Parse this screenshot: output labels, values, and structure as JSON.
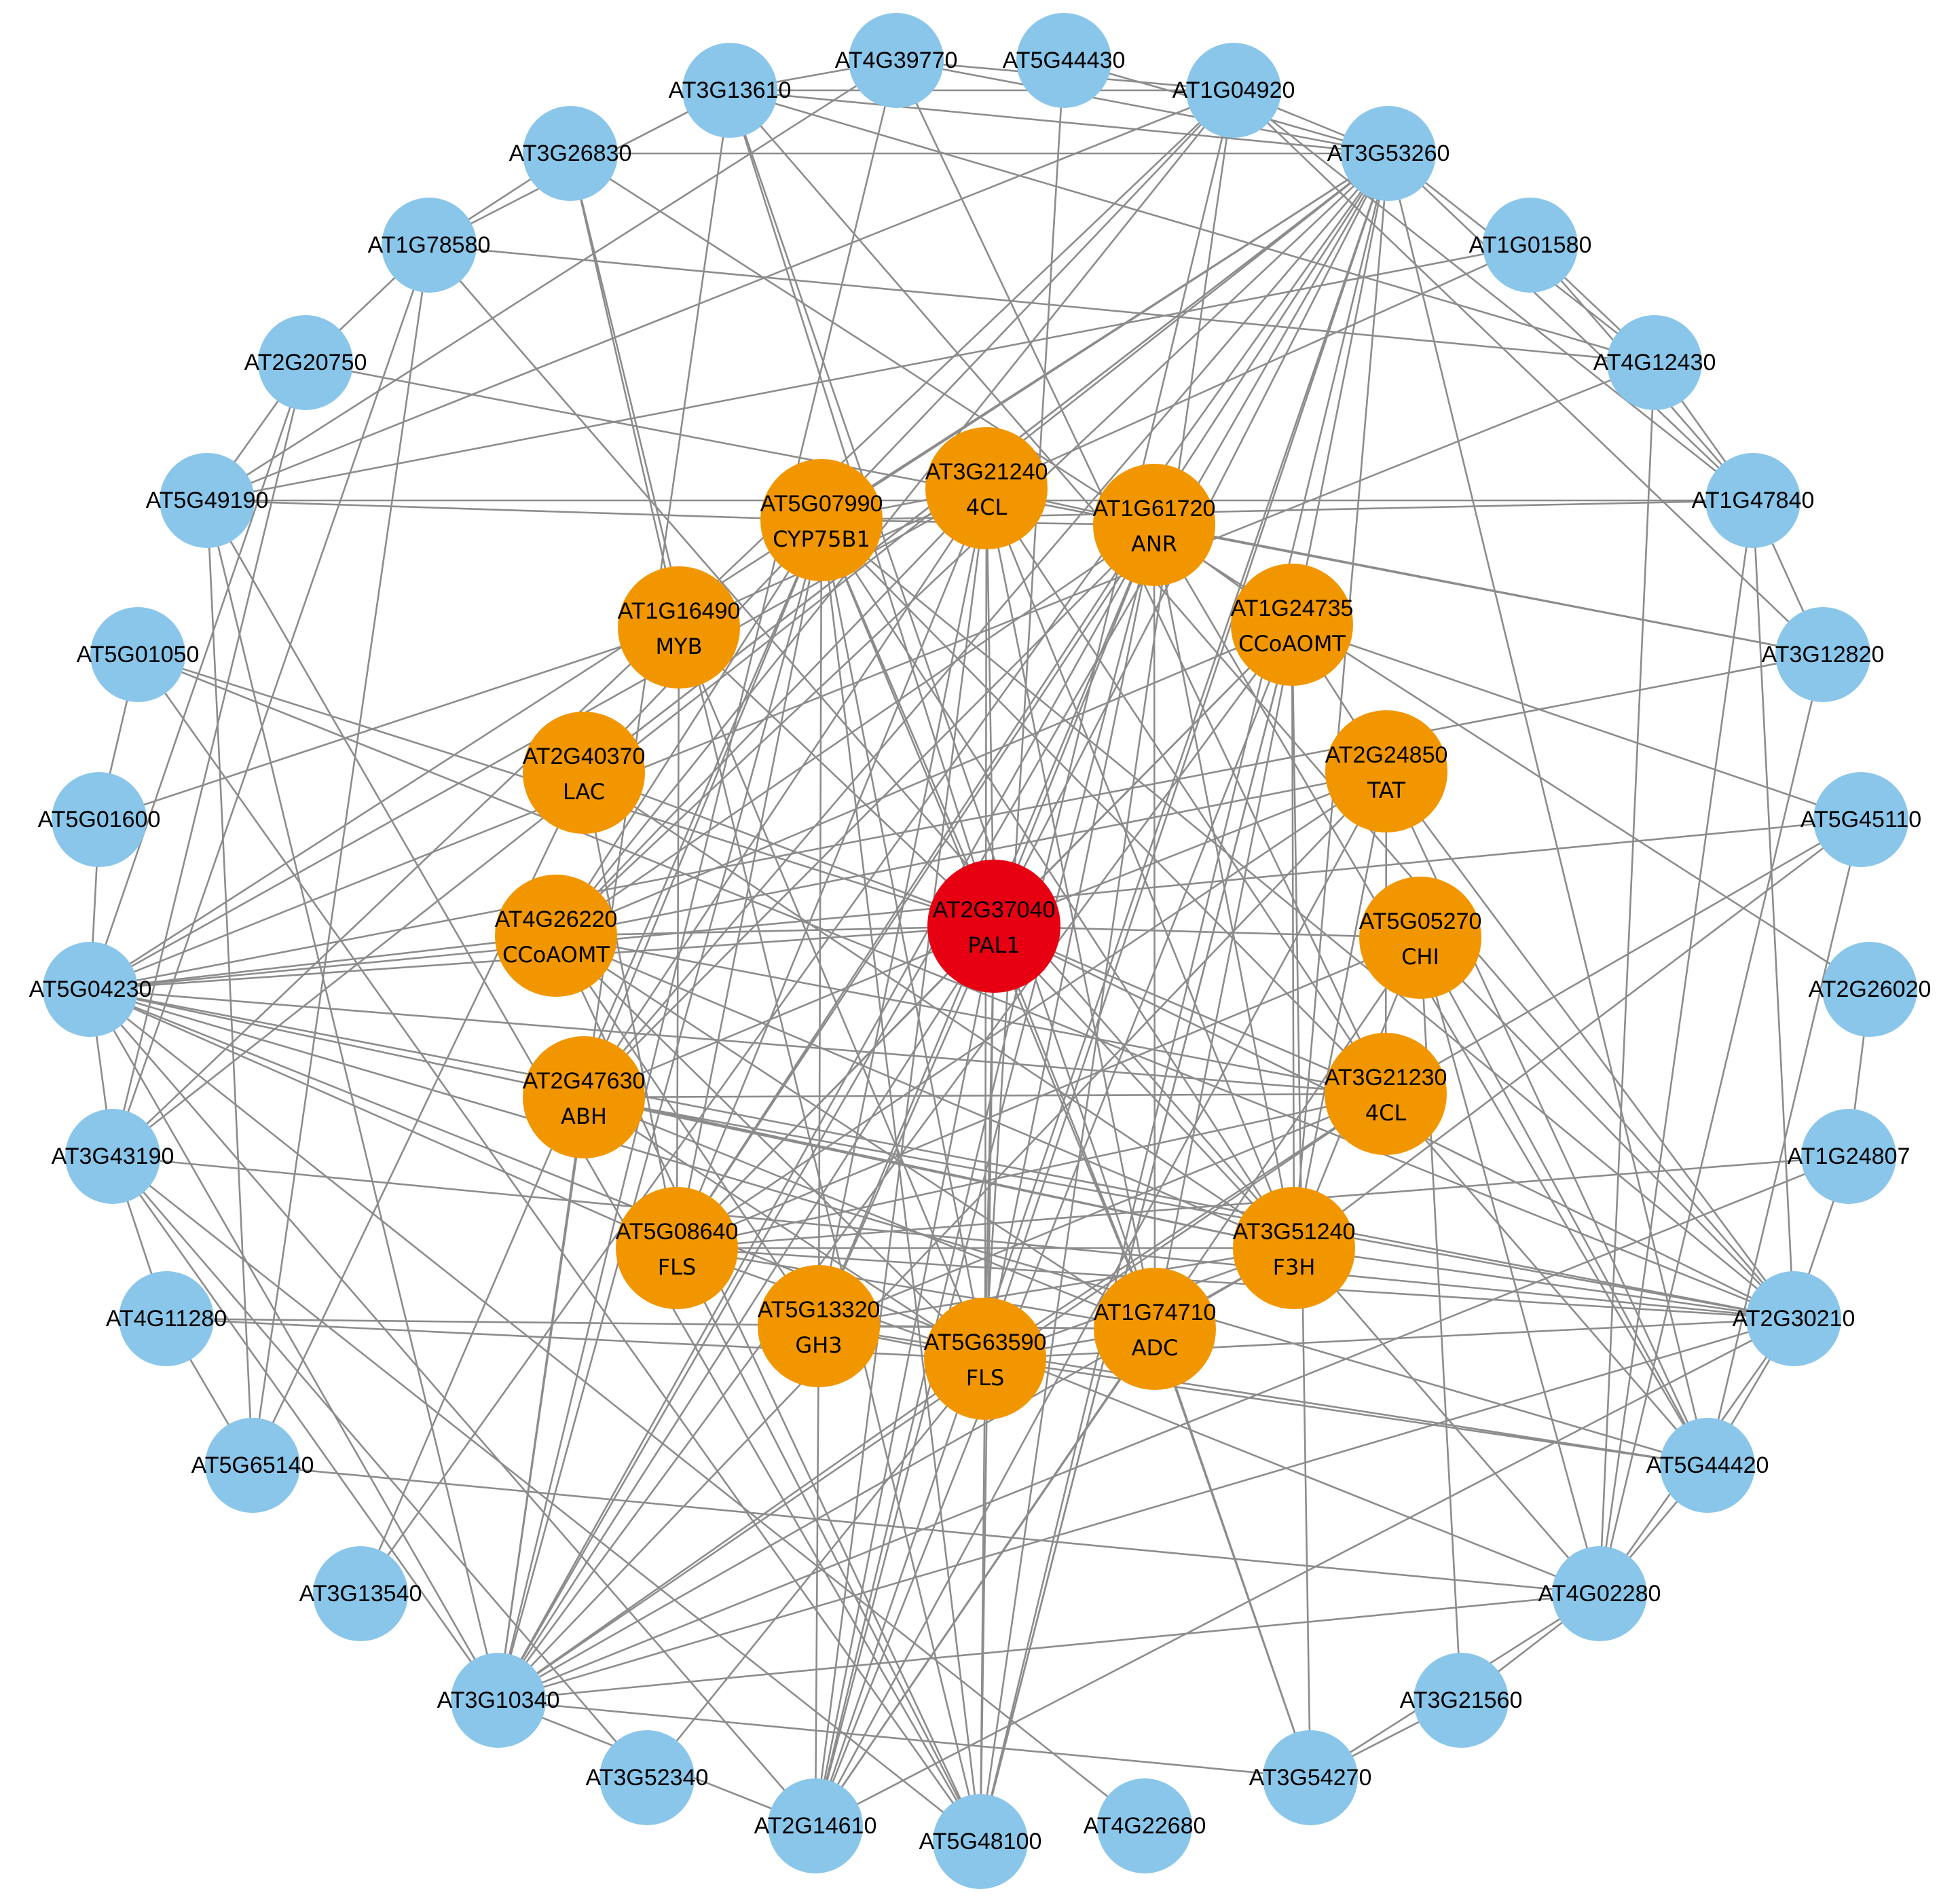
{
  "colors": {
    "hub": "#e60012",
    "core": "#f29600",
    "peripheral": "#8ac6ea",
    "edge": "#8c8c8c"
  },
  "nodes": [
    {
      "id": "AT2G37040",
      "name": "PAL1",
      "group": "hub"
    },
    {
      "id": "AT3G21240",
      "name": "4CL",
      "group": "core"
    },
    {
      "id": "AT5G07990",
      "name": "CYP75B1",
      "group": "core"
    },
    {
      "id": "AT1G61720",
      "name": "ANR",
      "group": "core"
    },
    {
      "id": "AT1G16490",
      "name": "MYB",
      "group": "core"
    },
    {
      "id": "AT1G24735",
      "name": "CCoAOMT",
      "group": "core"
    },
    {
      "id": "AT2G40370",
      "name": "LAC",
      "group": "core"
    },
    {
      "id": "AT2G24850",
      "name": "TAT",
      "group": "core"
    },
    {
      "id": "AT4G26220",
      "name": "CCoAOMT",
      "group": "core"
    },
    {
      "id": "AT5G05270",
      "name": "CHI",
      "group": "core"
    },
    {
      "id": "AT2G47630",
      "name": "ABH",
      "group": "core"
    },
    {
      "id": "AT3G21230",
      "name": "4CL",
      "group": "core"
    },
    {
      "id": "AT5G08640",
      "name": "FLS",
      "group": "core"
    },
    {
      "id": "AT3G51240",
      "name": "F3H",
      "group": "core"
    },
    {
      "id": "AT5G13320",
      "name": "GH3",
      "group": "core"
    },
    {
      "id": "AT1G74710",
      "name": "ADC",
      "group": "core"
    },
    {
      "id": "AT5G63590",
      "name": "FLS",
      "group": "core"
    },
    {
      "id": "AT4G39770",
      "name": "",
      "group": "peripheral"
    },
    {
      "id": "AT5G44430",
      "name": "",
      "group": "peripheral"
    },
    {
      "id": "AT3G13610",
      "name": "",
      "group": "peripheral"
    },
    {
      "id": "AT1G04920",
      "name": "",
      "group": "peripheral"
    },
    {
      "id": "AT3G26830",
      "name": "",
      "group": "peripheral"
    },
    {
      "id": "AT3G53260",
      "name": "",
      "group": "peripheral"
    },
    {
      "id": "AT1G78580",
      "name": "",
      "group": "peripheral"
    },
    {
      "id": "AT1G01580",
      "name": "",
      "group": "peripheral"
    },
    {
      "id": "AT2G20750",
      "name": "",
      "group": "peripheral"
    },
    {
      "id": "AT4G12430",
      "name": "",
      "group": "peripheral"
    },
    {
      "id": "AT5G49190",
      "name": "",
      "group": "peripheral"
    },
    {
      "id": "AT1G47840",
      "name": "",
      "group": "peripheral"
    },
    {
      "id": "AT5G01050",
      "name": "",
      "group": "peripheral"
    },
    {
      "id": "AT3G12820",
      "name": "",
      "group": "peripheral"
    },
    {
      "id": "AT5G01600",
      "name": "",
      "group": "peripheral"
    },
    {
      "id": "AT5G45110",
      "name": "",
      "group": "peripheral"
    },
    {
      "id": "AT5G04230",
      "name": "",
      "group": "peripheral"
    },
    {
      "id": "AT2G26020",
      "name": "",
      "group": "peripheral"
    },
    {
      "id": "AT3G43190",
      "name": "",
      "group": "peripheral"
    },
    {
      "id": "AT1G24807",
      "name": "",
      "group": "peripheral"
    },
    {
      "id": "AT4G11280",
      "name": "",
      "group": "peripheral"
    },
    {
      "id": "AT2G30210",
      "name": "",
      "group": "peripheral"
    },
    {
      "id": "AT5G65140",
      "name": "",
      "group": "peripheral"
    },
    {
      "id": "AT5G44420",
      "name": "",
      "group": "peripheral"
    },
    {
      "id": "AT3G13540",
      "name": "",
      "group": "peripheral"
    },
    {
      "id": "AT4G02280",
      "name": "",
      "group": "peripheral"
    },
    {
      "id": "AT3G10340",
      "name": "",
      "group": "peripheral"
    },
    {
      "id": "AT3G21560",
      "name": "",
      "group": "peripheral"
    },
    {
      "id": "AT3G52340",
      "name": "",
      "group": "peripheral"
    },
    {
      "id": "AT3G54270",
      "name": "",
      "group": "peripheral"
    },
    {
      "id": "AT2G14610",
      "name": "",
      "group": "peripheral"
    },
    {
      "id": "AT4G22680",
      "name": "",
      "group": "peripheral"
    },
    {
      "id": "AT5G48100",
      "name": "",
      "group": "peripheral"
    }
  ],
  "edges": [
    [
      "AT2G37040",
      "AT3G21240"
    ],
    [
      "AT2G37040",
      "AT5G07990"
    ],
    [
      "AT2G37040",
      "AT1G61720"
    ],
    [
      "AT2G37040",
      "AT1G16490"
    ],
    [
      "AT2G37040",
      "AT1G24735"
    ],
    [
      "AT2G37040",
      "AT2G40370"
    ],
    [
      "AT2G37040",
      "AT2G24850"
    ],
    [
      "AT2G37040",
      "AT4G26220"
    ],
    [
      "AT2G37040",
      "AT5G05270"
    ],
    [
      "AT2G37040",
      "AT2G47630"
    ],
    [
      "AT2G37040",
      "AT3G21230"
    ],
    [
      "AT2G37040",
      "AT5G08640"
    ],
    [
      "AT2G37040",
      "AT3G51240"
    ],
    [
      "AT2G37040",
      "AT5G13320"
    ],
    [
      "AT2G37040",
      "AT1G74710"
    ],
    [
      "AT2G37040",
      "AT5G63590"
    ],
    [
      "AT2G37040",
      "AT5G48100"
    ],
    [
      "AT2G37040",
      "AT2G14610"
    ],
    [
      "AT2G37040",
      "AT3G13610"
    ],
    [
      "AT2G37040",
      "AT5G01050"
    ],
    [
      "AT2G37040",
      "AT2G30210"
    ],
    [
      "AT2G37040",
      "AT3G53260"
    ],
    [
      "AT2G37040",
      "AT5G04230"
    ],
    [
      "AT2G37040",
      "AT3G10340"
    ],
    [
      "AT3G21240",
      "AT5G08640"
    ],
    [
      "AT3G21240",
      "AT5G63590"
    ],
    [
      "AT3G21240",
      "AT3G51240"
    ],
    [
      "AT3G21240",
      "AT4G26220"
    ],
    [
      "AT3G21240",
      "AT2G47630"
    ],
    [
      "AT3G21240",
      "AT1G61720"
    ],
    [
      "AT3G21240",
      "AT5G07990"
    ],
    [
      "AT3G21240",
      "AT1G74710"
    ],
    [
      "AT3G21240",
      "AT5G13320"
    ],
    [
      "AT3G21240",
      "AT3G21230"
    ],
    [
      "AT3G21240",
      "AT5G04230"
    ],
    [
      "AT3G21240",
      "AT2G14610"
    ],
    [
      "AT5G07990",
      "AT1G61720"
    ],
    [
      "AT5G07990",
      "AT5G08640"
    ],
    [
      "AT5G07990",
      "AT3G51240"
    ],
    [
      "AT5G07990",
      "AT5G63590"
    ],
    [
      "AT5G07990",
      "AT2G47630"
    ],
    [
      "AT5G07990",
      "AT4G26220"
    ],
    [
      "AT5G07990",
      "AT5G13320"
    ],
    [
      "AT5G07990",
      "AT1G74710"
    ],
    [
      "AT5G07990",
      "AT3G21230"
    ],
    [
      "AT5G07990",
      "AT3G53260"
    ],
    [
      "AT5G07990",
      "AT5G49190"
    ],
    [
      "AT5G07990",
      "AT1G47840"
    ],
    [
      "AT5G07990",
      "AT3G10340"
    ],
    [
      "AT5G07990",
      "AT5G48100"
    ],
    [
      "AT5G07990",
      "AT2G30210"
    ],
    [
      "AT1G61720",
      "AT5G08640"
    ],
    [
      "AT1G61720",
      "AT3G51240"
    ],
    [
      "AT1G61720",
      "AT5G63590"
    ],
    [
      "AT1G61720",
      "AT4G26220"
    ],
    [
      "AT1G61720",
      "AT2G47630"
    ],
    [
      "AT1G61720",
      "AT1G74710"
    ],
    [
      "AT1G61720",
      "AT5G13320"
    ],
    [
      "AT1G61720",
      "AT3G12820"
    ],
    [
      "AT1G61720",
      "AT3G10340"
    ],
    [
      "AT1G61720",
      "AT2G14610"
    ],
    [
      "AT1G61720",
      "AT5G44420"
    ],
    [
      "AT1G61720",
      "AT1G24735"
    ],
    [
      "AT1G16490",
      "AT5G63590"
    ],
    [
      "AT1G16490",
      "AT5G08640"
    ],
    [
      "AT1G16490",
      "AT5G01600"
    ],
    [
      "AT1G16490",
      "AT3G26830"
    ],
    [
      "AT1G16490",
      "AT1G01580"
    ],
    [
      "AT1G24735",
      "AT5G08640"
    ],
    [
      "AT1G24735",
      "AT3G51240"
    ],
    [
      "AT1G24735",
      "AT2G24850"
    ],
    [
      "AT1G24735",
      "AT4G26220"
    ],
    [
      "AT1G24735",
      "AT3G10340"
    ],
    [
      "AT1G24735",
      "AT5G48100"
    ],
    [
      "AT1G24735",
      "AT5G45110"
    ],
    [
      "AT2G40370",
      "AT5G08640"
    ],
    [
      "AT2G40370",
      "AT3G51240"
    ],
    [
      "AT2G40370",
      "AT3G53260"
    ],
    [
      "AT2G40370",
      "AT1G04920"
    ],
    [
      "AT2G24850",
      "AT3G51240"
    ],
    [
      "AT2G24850",
      "AT5G08640"
    ],
    [
      "AT2G24850",
      "AT4G26220"
    ],
    [
      "AT2G24850",
      "AT2G30210"
    ],
    [
      "AT2G24850",
      "AT3G10340"
    ],
    [
      "AT2G24850",
      "AT3G21230"
    ],
    [
      "AT4G26220",
      "AT3G51240"
    ],
    [
      "AT4G26220",
      "AT5G63590"
    ],
    [
      "AT4G26220",
      "AT3G21230"
    ],
    [
      "AT4G26220",
      "AT5G13320"
    ],
    [
      "AT4G26220",
      "AT1G74710"
    ],
    [
      "AT4G26220",
      "AT5G04230"
    ],
    [
      "AT4G26220",
      "AT3G53260"
    ],
    [
      "AT4G26220",
      "AT1G04920"
    ],
    [
      "AT5G05270",
      "AT3G51240"
    ],
    [
      "AT5G05270",
      "AT5G08640"
    ],
    [
      "AT5G05270",
      "AT2G30210"
    ],
    [
      "AT5G05270",
      "AT5G44420"
    ],
    [
      "AT5G05270",
      "AT4G02280"
    ],
    [
      "AT5G05270",
      "AT2G14610"
    ],
    [
      "AT2G47630",
      "AT3G51240"
    ],
    [
      "AT2G47630",
      "AT5G63590"
    ],
    [
      "AT2G47630",
      "AT1G74710"
    ],
    [
      "AT2G47630",
      "AT3G21230"
    ],
    [
      "AT2G47630",
      "AT2G30210"
    ],
    [
      "AT2G47630",
      "AT3G10340"
    ],
    [
      "AT2G47630",
      "AT3G53260"
    ],
    [
      "AT3G21230",
      "AT5G08640"
    ],
    [
      "AT3G21230",
      "AT5G63590"
    ],
    [
      "AT3G21230",
      "AT5G13320"
    ],
    [
      "AT3G21230",
      "AT5G44420"
    ],
    [
      "AT3G21230",
      "AT5G45110"
    ],
    [
      "AT3G21230",
      "AT3G10340"
    ],
    [
      "AT3G21230",
      "AT5G04230"
    ],
    [
      "AT5G08640",
      "AT3G51240"
    ],
    [
      "AT5G08640",
      "AT5G63590"
    ],
    [
      "AT5G08640",
      "AT1G74710"
    ],
    [
      "AT5G08640",
      "AT2G30210"
    ],
    [
      "AT5G08640",
      "AT5G48100"
    ],
    [
      "AT5G08640",
      "AT3G53260"
    ],
    [
      "AT5G08640",
      "AT5G04230"
    ],
    [
      "AT5G08640",
      "AT1G24807"
    ],
    [
      "AT3G51240",
      "AT5G63590"
    ],
    [
      "AT3G51240",
      "AT1G74710"
    ],
    [
      "AT3G51240",
      "AT5G13320"
    ],
    [
      "AT3G51240",
      "AT2G30210"
    ],
    [
      "AT3G51240",
      "AT3G53260"
    ],
    [
      "AT3G51240",
      "AT5G04230"
    ],
    [
      "AT3G51240",
      "AT3G10340"
    ],
    [
      "AT3G51240",
      "AT5G45110"
    ],
    [
      "AT5G13320",
      "AT5G63590"
    ],
    [
      "AT5G13320",
      "AT1G74710"
    ],
    [
      "AT5G13320",
      "AT2G14610"
    ],
    [
      "AT5G13320",
      "AT5G44420"
    ],
    [
      "AT1G74710",
      "AT5G63590"
    ],
    [
      "AT1G74710",
      "AT3G53260"
    ],
    [
      "AT1G74710",
      "AT2G14610"
    ],
    [
      "AT1G74710",
      "AT3G54270"
    ],
    [
      "AT5G63590",
      "AT5G48100"
    ],
    [
      "AT5G63590",
      "AT2G30210"
    ],
    [
      "AT5G63590",
      "AT3G53260"
    ],
    [
      "AT5G63590",
      "AT3G10340"
    ],
    [
      "AT5G63590",
      "AT4G11280"
    ],
    [
      "AT5G63590",
      "AT5G44420"
    ],
    [
      "AT4G39770",
      "AT3G13610"
    ],
    [
      "AT4G39770",
      "AT1G04920"
    ],
    [
      "AT4G39770",
      "AT3G53260"
    ],
    [
      "AT4G39770",
      "AT3G10340"
    ],
    [
      "AT4G39770",
      "AT5G49190"
    ],
    [
      "AT4G39770",
      "AT3G21230"
    ],
    [
      "AT5G44430",
      "AT3G53260"
    ],
    [
      "AT5G44430",
      "AT5G63590"
    ],
    [
      "AT3G13610",
      "AT1G04920"
    ],
    [
      "AT3G13610",
      "AT3G53260"
    ],
    [
      "AT3G13610",
      "AT1G78580"
    ],
    [
      "AT3G13610",
      "AT4G12430"
    ],
    [
      "AT3G13610",
      "AT3G10340"
    ],
    [
      "AT3G13610",
      "AT2G30210"
    ],
    [
      "AT3G13610",
      "AT3G54270"
    ],
    [
      "AT1G04920",
      "AT3G53260"
    ],
    [
      "AT1G04920",
      "AT5G49190"
    ],
    [
      "AT1G04920",
      "AT1G47840"
    ],
    [
      "AT1G04920",
      "AT2G14610"
    ],
    [
      "AT1G04920",
      "AT3G43190"
    ],
    [
      "AT1G04920",
      "AT5G48100"
    ],
    [
      "AT1G04920",
      "AT3G12820"
    ],
    [
      "AT3G26830",
      "AT1G78580"
    ],
    [
      "AT3G26830",
      "AT5G48100"
    ],
    [
      "AT3G26830",
      "AT3G53260"
    ],
    [
      "AT3G53260",
      "AT5G04230"
    ],
    [
      "AT3G53260",
      "AT3G43190"
    ],
    [
      "AT3G53260",
      "AT3G10340"
    ],
    [
      "AT3G53260",
      "AT5G48100"
    ],
    [
      "AT3G53260",
      "AT4G12430"
    ],
    [
      "AT3G53260",
      "AT1G47840"
    ],
    [
      "AT3G53260",
      "AT2G14610"
    ],
    [
      "AT3G53260",
      "AT3G13540"
    ],
    [
      "AT3G53260",
      "AT5G44420"
    ],
    [
      "AT3G53260",
      "AT2G40370"
    ],
    [
      "AT1G78580",
      "AT2G20750"
    ],
    [
      "AT1G78580",
      "AT4G12430"
    ],
    [
      "AT1G78580",
      "AT5G65140"
    ],
    [
      "AT1G78580",
      "AT3G43190"
    ],
    [
      "AT1G78580",
      "AT4G02280"
    ],
    [
      "AT1G01580",
      "AT4G12430"
    ],
    [
      "AT1G01580",
      "AT5G49190"
    ],
    [
      "AT1G01580",
      "AT1G47840"
    ],
    [
      "AT2G20750",
      "AT5G49190"
    ],
    [
      "AT2G20750",
      "AT3G43190"
    ],
    [
      "AT2G20750",
      "AT5G04230"
    ],
    [
      "AT2G20750",
      "AT3G12820"
    ],
    [
      "AT4G12430",
      "AT5G04230"
    ],
    [
      "AT4G12430",
      "AT4G02280"
    ],
    [
      "AT4G12430",
      "AT1G47840"
    ],
    [
      "AT5G49190",
      "AT1G47840"
    ],
    [
      "AT5G49190",
      "AT5G65140"
    ],
    [
      "AT5G49190",
      "AT3G10340"
    ],
    [
      "AT5G49190",
      "AT5G48100"
    ],
    [
      "AT1G47840",
      "AT3G12820"
    ],
    [
      "AT1G47840",
      "AT2G30210"
    ],
    [
      "AT5G01050",
      "AT5G01600"
    ],
    [
      "AT5G01050",
      "AT5G48100"
    ],
    [
      "AT5G01050",
      "AT2G30210"
    ],
    [
      "AT3G12820",
      "AT5G04230"
    ],
    [
      "AT3G12820",
      "AT4G02280"
    ],
    [
      "AT5G01600",
      "AT5G04230"
    ],
    [
      "AT5G45110",
      "AT5G04230"
    ],
    [
      "AT5G45110",
      "AT5G44420"
    ],
    [
      "AT5G04230",
      "AT3G43190"
    ],
    [
      "AT5G04230",
      "AT3G10340"
    ],
    [
      "AT5G04230",
      "AT2G30210"
    ],
    [
      "AT5G04230",
      "AT5G44420"
    ],
    [
      "AT5G04230",
      "AT2G14610"
    ],
    [
      "AT5G04230",
      "AT4G02280"
    ],
    [
      "AT2G26020",
      "AT1G24807"
    ],
    [
      "AT2G26020",
      "AT3G26830"
    ],
    [
      "AT3G43190",
      "AT4G11280"
    ],
    [
      "AT3G43190",
      "AT2G30210"
    ],
    [
      "AT3G43190",
      "AT3G10340"
    ],
    [
      "AT3G43190",
      "AT5G48100"
    ],
    [
      "AT1G24807",
      "AT2G30210"
    ],
    [
      "AT1G24807",
      "AT3G10340"
    ],
    [
      "AT4G11280",
      "AT5G65140"
    ],
    [
      "AT4G11280",
      "AT1G74710"
    ],
    [
      "AT2G30210",
      "AT5G44420"
    ],
    [
      "AT2G30210",
      "AT4G02280"
    ],
    [
      "AT2G30210",
      "AT2G14610"
    ],
    [
      "AT2G30210",
      "AT3G10340"
    ],
    [
      "AT5G65140",
      "AT4G02280"
    ],
    [
      "AT5G65140",
      "AT2G40370"
    ],
    [
      "AT5G44420",
      "AT4G02280"
    ],
    [
      "AT5G44420",
      "AT2G24850"
    ],
    [
      "AT3G13540",
      "AT5G07990"
    ],
    [
      "AT4G02280",
      "AT3G21560"
    ],
    [
      "AT4G02280",
      "AT3G54270"
    ],
    [
      "AT4G02280",
      "AT3G10340"
    ],
    [
      "AT4G02280",
      "AT1G47840"
    ],
    [
      "AT3G21560",
      "AT3G54270"
    ],
    [
      "AT3G21560",
      "AT5G05270"
    ],
    [
      "AT3G52340",
      "AT5G63590"
    ],
    [
      "AT3G52340",
      "AT3G43190"
    ],
    [
      "AT3G54270",
      "AT1G24735"
    ],
    [
      "AT3G54270",
      "AT3G10340"
    ],
    [
      "AT2G14610",
      "AT3G10340"
    ],
    [
      "AT2G14610",
      "AT2G24850"
    ],
    [
      "AT2G14610",
      "AT1G24735"
    ],
    [
      "AT4G22680",
      "AT5G04230"
    ],
    [
      "AT5G48100",
      "AT1G24735"
    ],
    [
      "AT5G48100",
      "AT4G26220"
    ]
  ]
}
